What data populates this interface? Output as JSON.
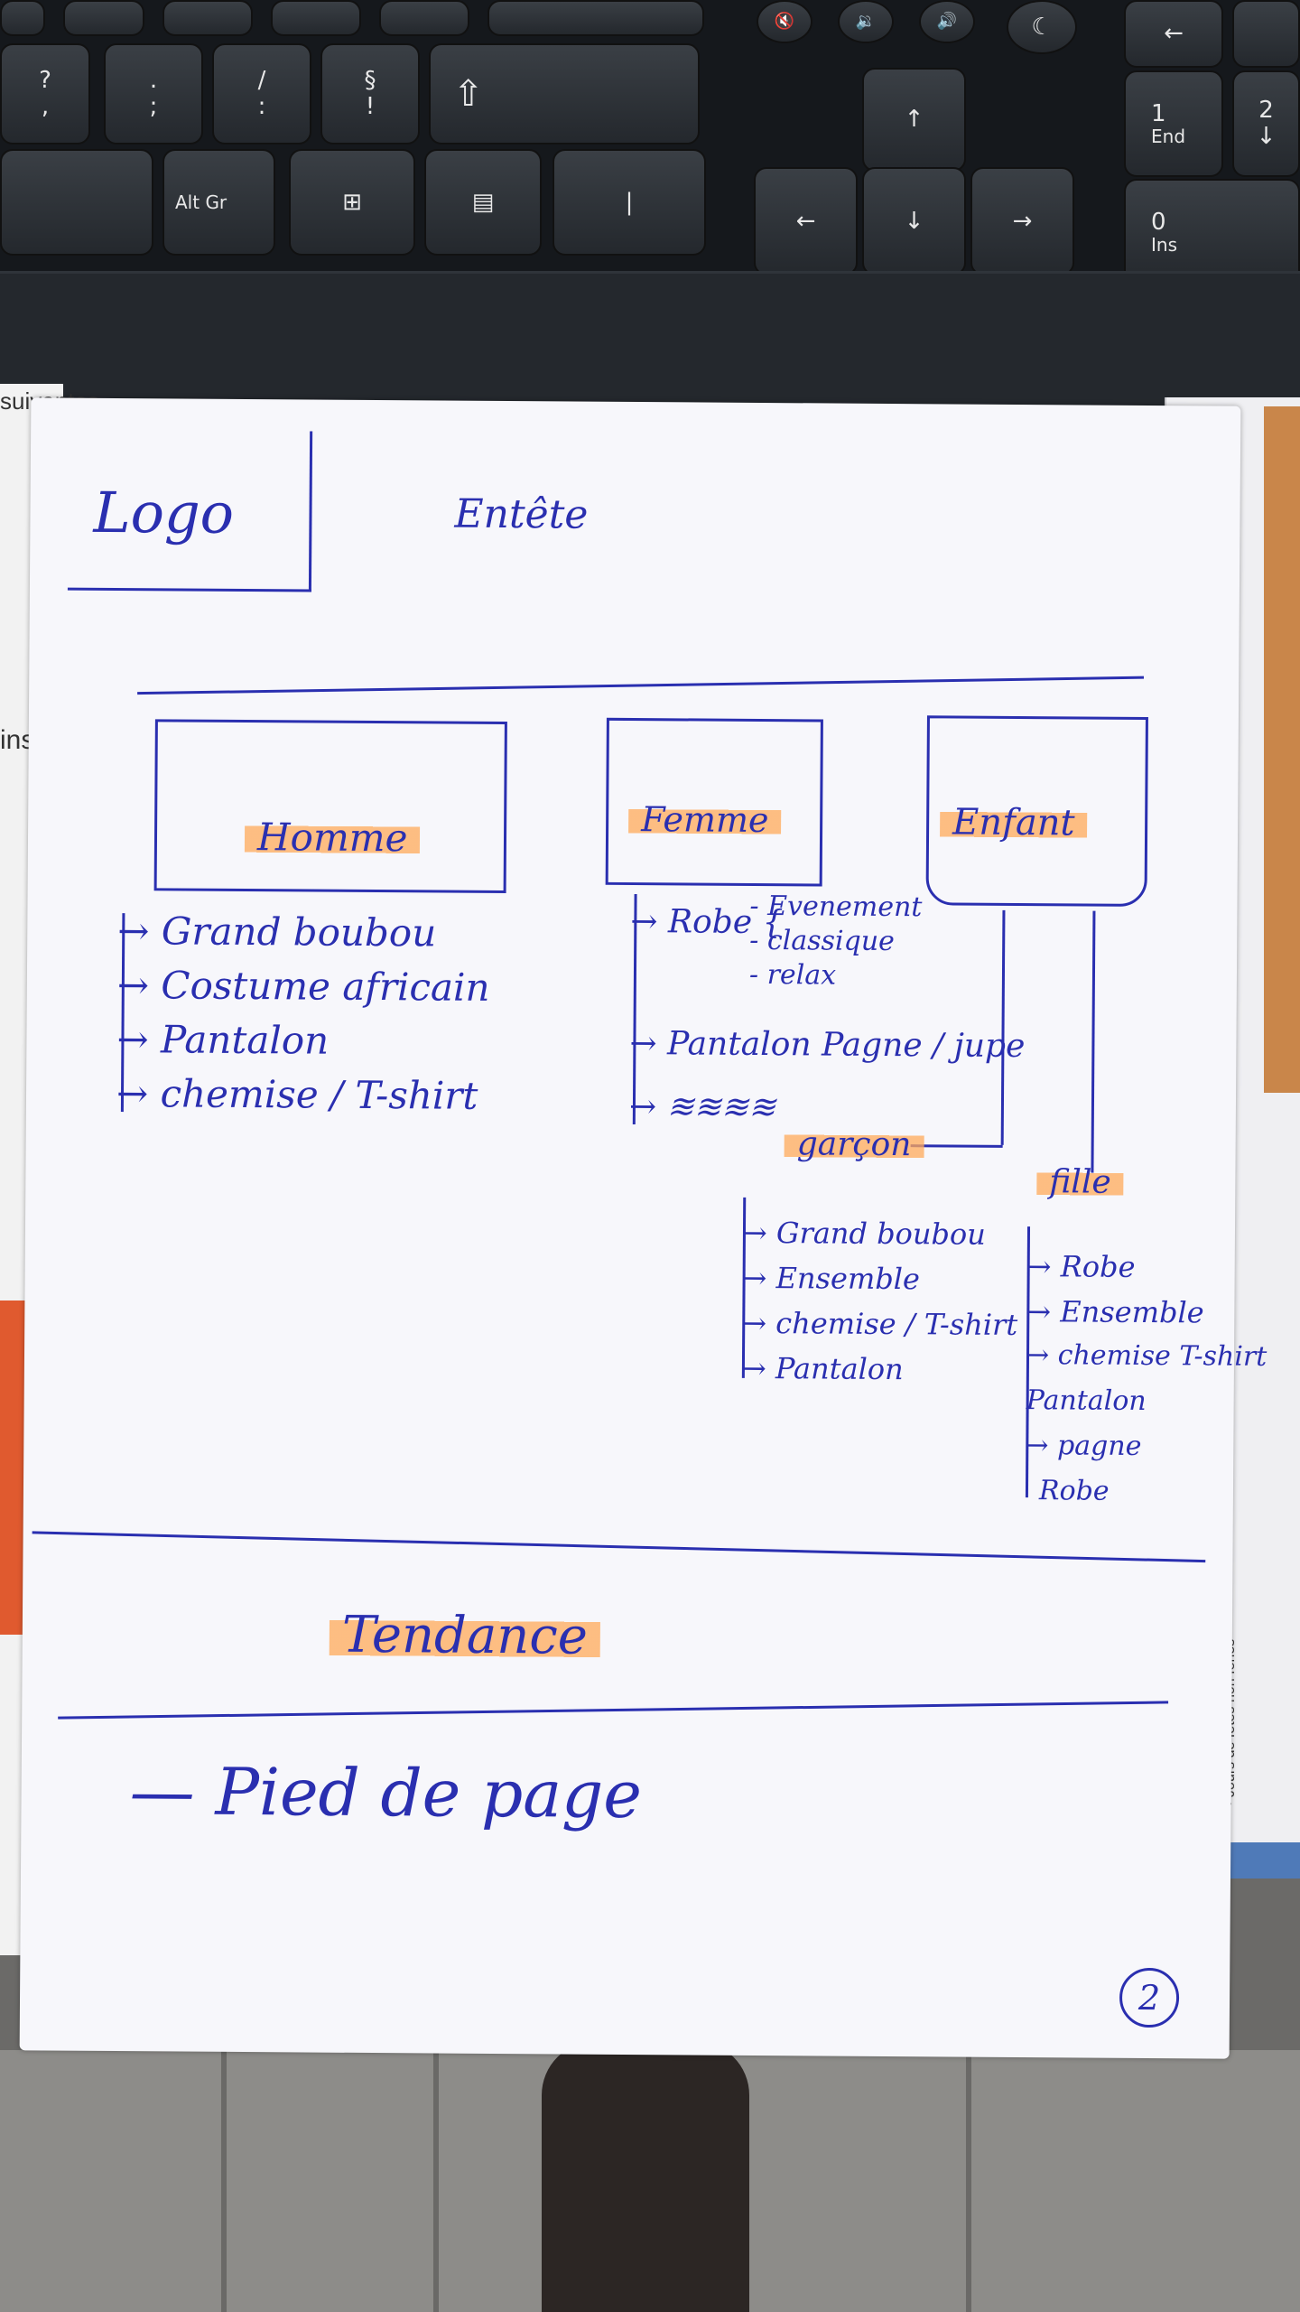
{
  "keyboard": {
    "keys_row1": [
      {
        "id": "question",
        "top": "?",
        "bottom": ","
      },
      {
        "id": "dot",
        "top": ".",
        "bottom": ";"
      },
      {
        "id": "slash",
        "top": "/",
        "bottom": ":"
      },
      {
        "id": "section",
        "top": "§",
        "bottom": "!"
      },
      {
        "id": "shift",
        "top": "⇧",
        "bottom": ""
      }
    ],
    "altgr": "Alt Gr",
    "end": {
      "num": "1",
      "label": "End"
    },
    "ins": {
      "num": "0",
      "label": "Ins"
    },
    "two_arrow": {
      "num": "2",
      "label": "↓"
    }
  },
  "sheet": {
    "logo": "Logo",
    "title": "Entête",
    "categories": {
      "homme": {
        "label": "Homme",
        "items": [
          "Grand boubou",
          "Costume africain",
          "Pantalon",
          "chemise / T-shirt"
        ]
      },
      "femme": {
        "label": "Femme",
        "robe_label": "Robe",
        "robe_types": [
          "- Evenement",
          "- classique",
          "- relax"
        ],
        "items": [
          "Pantalon Pagne / jupe"
        ]
      },
      "enfant": {
        "label": "Enfant",
        "garcon": {
          "label": "garçon",
          "items": [
            "Grand boubou",
            "Ensemble",
            "chemise / T-shirt",
            "Pantalon"
          ]
        },
        "fille": {
          "label": "fille",
          "items": [
            "Robe",
            "Ensemble",
            "chemise T-shirt",
            "Pantalon",
            "pagne",
            "Robe"
          ]
        }
      }
    },
    "tendance": "Tendance",
    "footer": "Pied de page",
    "page_number": "2"
  },
  "background_text": {
    "suivantes": "suivantes",
    "ins": "ins",
    "jours_feries": "• Jours de fêtes non fériés"
  }
}
